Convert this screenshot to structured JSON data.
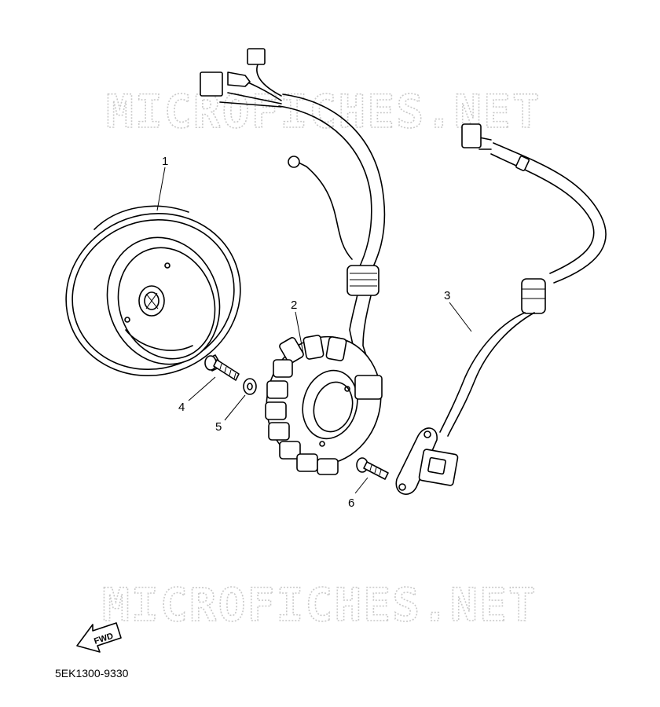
{
  "watermark": "MICROFICHES.NET",
  "callouts": {
    "p1": "1",
    "p2": "2",
    "p3": "3",
    "p4": "4",
    "p5": "5",
    "p6": "6"
  },
  "direction_label": "FWD",
  "diagram_code": "5EK1300-9330"
}
